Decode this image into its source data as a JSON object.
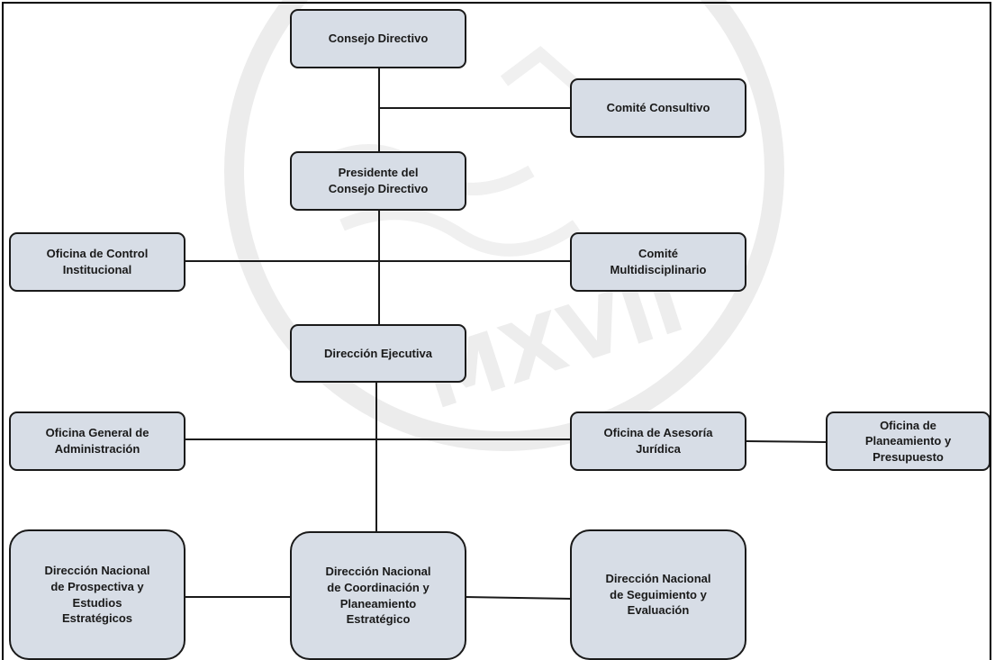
{
  "colors": {
    "box_fill": "#d7dde6",
    "box_border": "#1a1a1a",
    "line": "#1a1a1a",
    "watermark": "#e8e8e8"
  },
  "nodes": {
    "consejo_directivo": "Consejo Directivo",
    "comite_consultivo": "Comité Consultivo",
    "presidente": [
      "Presidente del",
      "Consejo Directivo"
    ],
    "oficina_control": [
      "Oficina de Control",
      "Institucional"
    ],
    "comite_multi": [
      "Comité",
      "Multidisciplinario"
    ],
    "direccion_ejecutiva": "Dirección Ejecutiva",
    "oficina_general_admin": [
      "Oficina General de",
      "Administración"
    ],
    "oficina_asesoria": [
      "Oficina de Asesoría",
      "Jurídica"
    ],
    "oficina_planeamiento": [
      "Oficina de",
      "Planeamiento y",
      "Presupuesto"
    ],
    "dn_prospectiva": [
      "Dirección Nacional",
      "de Prospectiva y",
      "Estudios",
      "Estratégicos"
    ],
    "dn_coordinacion": [
      "Dirección Nacional",
      "de Coordinación y",
      "Planeamiento",
      "Estratégico"
    ],
    "dn_seguimiento": [
      "Dirección Nacional",
      "de Seguimiento y",
      "Evaluación"
    ]
  },
  "watermark": {
    "letters": "MXVII",
    "icon": "university-seal"
  }
}
